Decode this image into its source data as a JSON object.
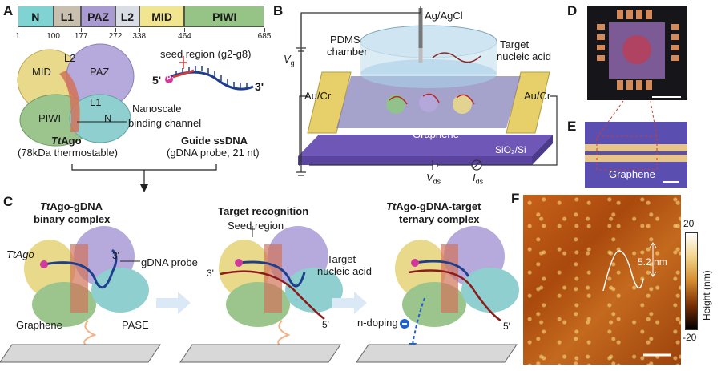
{
  "panels": {
    "A": "A",
    "B": "B",
    "C": "C",
    "D": "D",
    "E": "E",
    "F": "F"
  },
  "domains": [
    {
      "name": "N",
      "start": 1,
      "end": 100,
      "color": "#7fd3d3"
    },
    {
      "name": "L1",
      "start": 100,
      "end": 177,
      "color": "#c9bfae"
    },
    {
      "name": "PAZ",
      "start": 177,
      "end": 272,
      "color": "#a99bd2"
    },
    {
      "name": "L2",
      "start": 272,
      "end": 338,
      "color": "#d8dde6"
    },
    {
      "name": "MID",
      "start": 338,
      "end": 464,
      "color": "#f1e58f"
    },
    {
      "name": "PIWI",
      "start": 464,
      "end": 685,
      "color": "#96c486"
    }
  ],
  "ticks": [
    "1",
    "100",
    "177",
    "272",
    "338",
    "464",
    "685"
  ],
  "panelA": {
    "protein_labels": {
      "mid": "MID",
      "l2": "L2",
      "paz": "PAZ",
      "l1": "L1",
      "piwi": "PIWI",
      "n": "N"
    },
    "seed_region": "seed region (g2-g8)",
    "five_prime": "5'",
    "three_prime": "3'",
    "p_label": "P",
    "channel": "Nanoscale",
    "channel2": "binding channel",
    "tt_bold": "Tt",
    "tt_rest": "Ago",
    "tt_sub": "(78kDa thermostable)",
    "guide_title": "Guide ssDNA",
    "guide_sub": "(gDNA probe, 21 nt)"
  },
  "panelB": {
    "electrode": "Ag/AgCl",
    "pdms": "PDMS",
    "chamber": "chamber",
    "target1": "Target",
    "target2": "nucleic acid",
    "vg": "V",
    "vg_sub": "g",
    "aucr_left": "Au/Cr",
    "aucr_right": "Au/Cr",
    "graphene": "Graphene",
    "substrate": "SiO₂/Si",
    "vds": "V",
    "vds_sub": "ds",
    "ids": "I",
    "ids_sub": "ds"
  },
  "panelC": {
    "s1_title1_i": "Tt",
    "s1_title1": "Ago-gDNA",
    "s1_title2": "binary complex",
    "s1_ttago": "TtAgo",
    "s1_probe": "gDNA probe",
    "s1_graphene": "Graphene",
    "s1_pase": "PASE",
    "s2_title": "Target recognition",
    "s2_seed": "Seed region",
    "s2_target1": "Target",
    "s2_target2": "nucleic acid",
    "s3_title1_i": "Tt",
    "s3_title1": "Ago-gDNA-target",
    "s3_title2": "ternary complex",
    "s3_ndoping": "n-doping",
    "five": "5'",
    "three": "3'"
  },
  "panelE": {
    "graphene": "Graphene"
  },
  "panelF": {
    "height": "5.2 nm",
    "cbar_title": "Height (nm)",
    "cbar_max": "20",
    "cbar_min": "-20"
  }
}
